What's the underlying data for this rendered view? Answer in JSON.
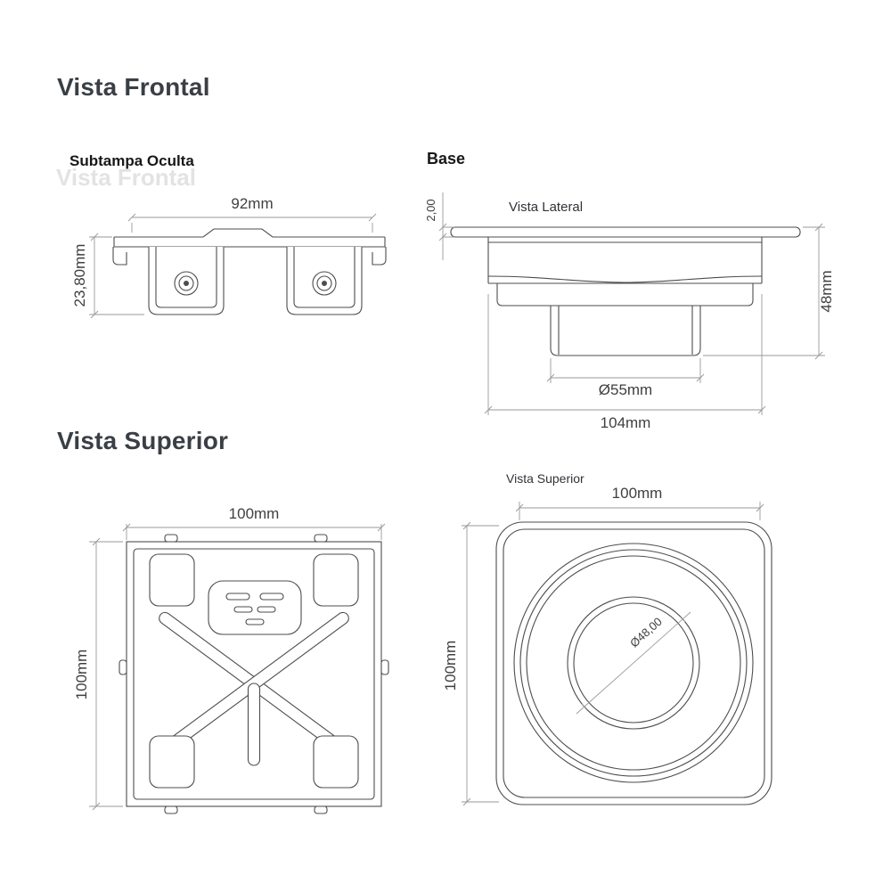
{
  "headings": {
    "vista_frontal": "Vista Frontal",
    "vista_superior": "Vista Superior"
  },
  "labels": {
    "subtampa_oculta": "Subtampa Oculta",
    "base": "Base",
    "vista_lateral": "Vista Lateral",
    "vista_superior_detail": "Vista Superior",
    "watermark_vista_frontal": "Vista Frontal"
  },
  "frontal_view": {
    "width": "92mm",
    "height": "23,80mm"
  },
  "lateral_view": {
    "flange_thickness": "2,00",
    "height": "48mm",
    "outlet_diameter": "Ø55mm",
    "width": "104mm"
  },
  "superior_view_left": {
    "width": "100mm",
    "height": "100mm"
  },
  "superior_view_right": {
    "width": "100mm",
    "height": "100mm",
    "inner_diameter": "Ø48,00"
  },
  "colors": {
    "heading": "#3a3f46",
    "drawing_line": "#4d4d4d",
    "dimension_line": "#9a9a9a",
    "dimension_text": "#3f3f3f",
    "watermark": "#e3e3e3"
  }
}
